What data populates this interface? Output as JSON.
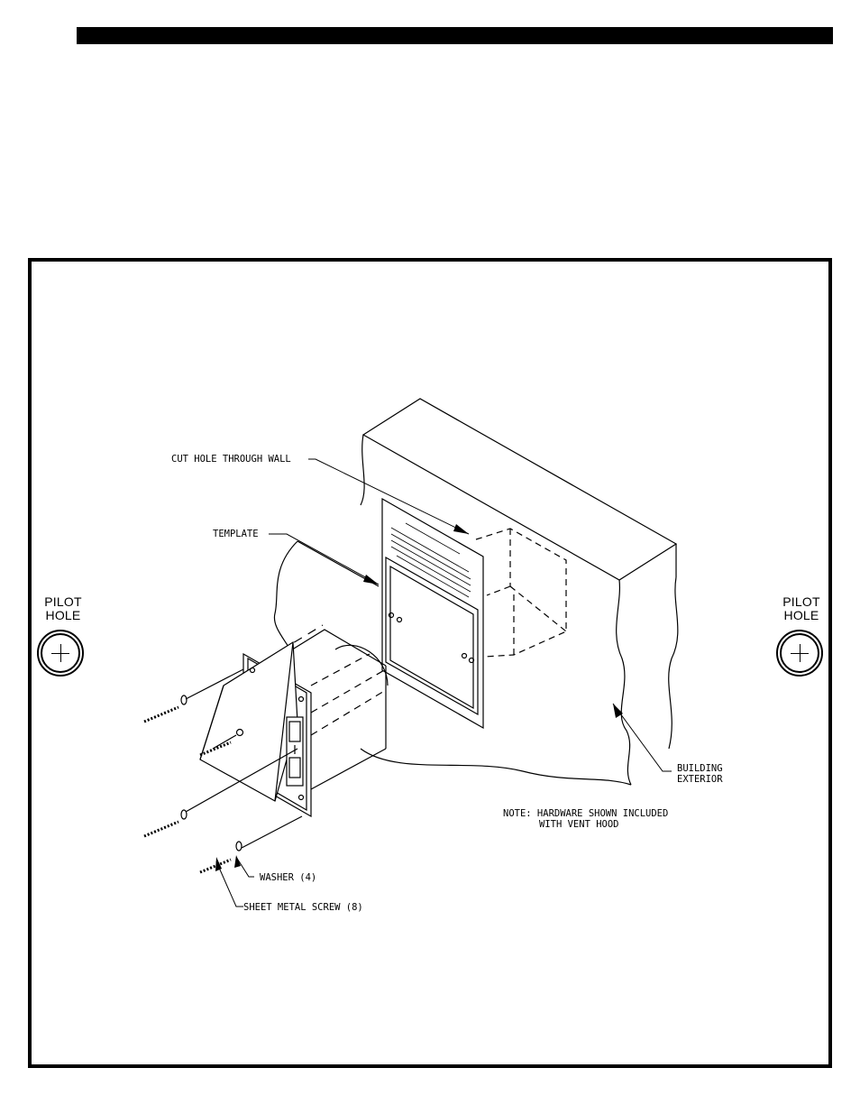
{
  "pilot_hole_left": {
    "line1": "PILOT",
    "line2": "HOLE"
  },
  "pilot_hole_right": {
    "line1": "PILOT",
    "line2": "HOLE"
  },
  "callouts": {
    "cut_hole": "CUT HOLE THROUGH WALL",
    "template": "TEMPLATE",
    "building_exterior_1": "BUILDING",
    "building_exterior_2": "EXTERIOR",
    "note_1": "NOTE: HARDWARE SHOWN INCLUDED",
    "note_2": "WITH VENT HOOD",
    "washer": "WASHER (4)",
    "screw": "SHEET METAL SCREW (8)"
  }
}
